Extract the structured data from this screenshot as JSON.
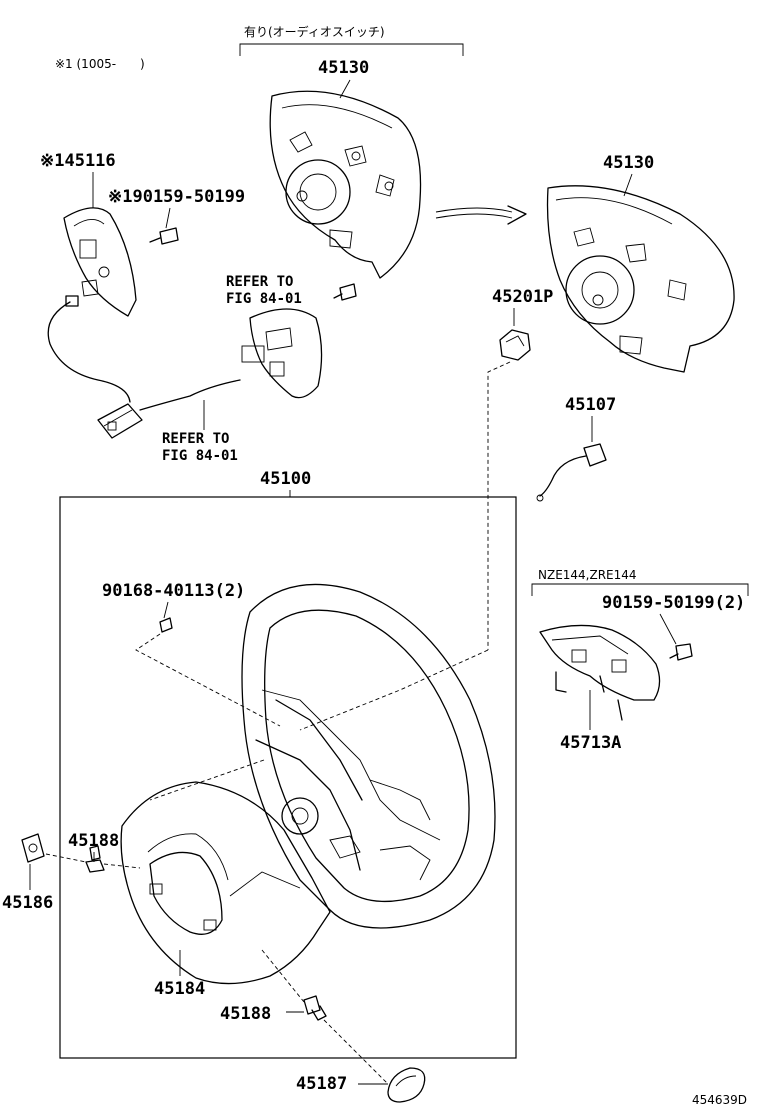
{
  "notes": {
    "top_note": "有り(オーディオスイッチ)",
    "serial_note": "※1 (1005-　　)",
    "model_note": "NZE144,ZRE144",
    "ref_text_line1": "REFER TO",
    "ref_text_line2": "FIG 84-01",
    "diagram_id": "454639D"
  },
  "parts": {
    "p45130_a": "45130",
    "p45130_b": "45130",
    "p45116": "※145116",
    "p90159_top": "※190159-50199",
    "p45201p": "45201P",
    "p45107": "45107",
    "p45100": "45100",
    "p90168": "90168-40113(2)",
    "p90159_right": "90159-50199(2)",
    "p45713a": "45713A",
    "p45188_a": "45188",
    "p45186": "45186",
    "p45184": "45184",
    "p45188_b": "45188",
    "p45187": "45187"
  }
}
